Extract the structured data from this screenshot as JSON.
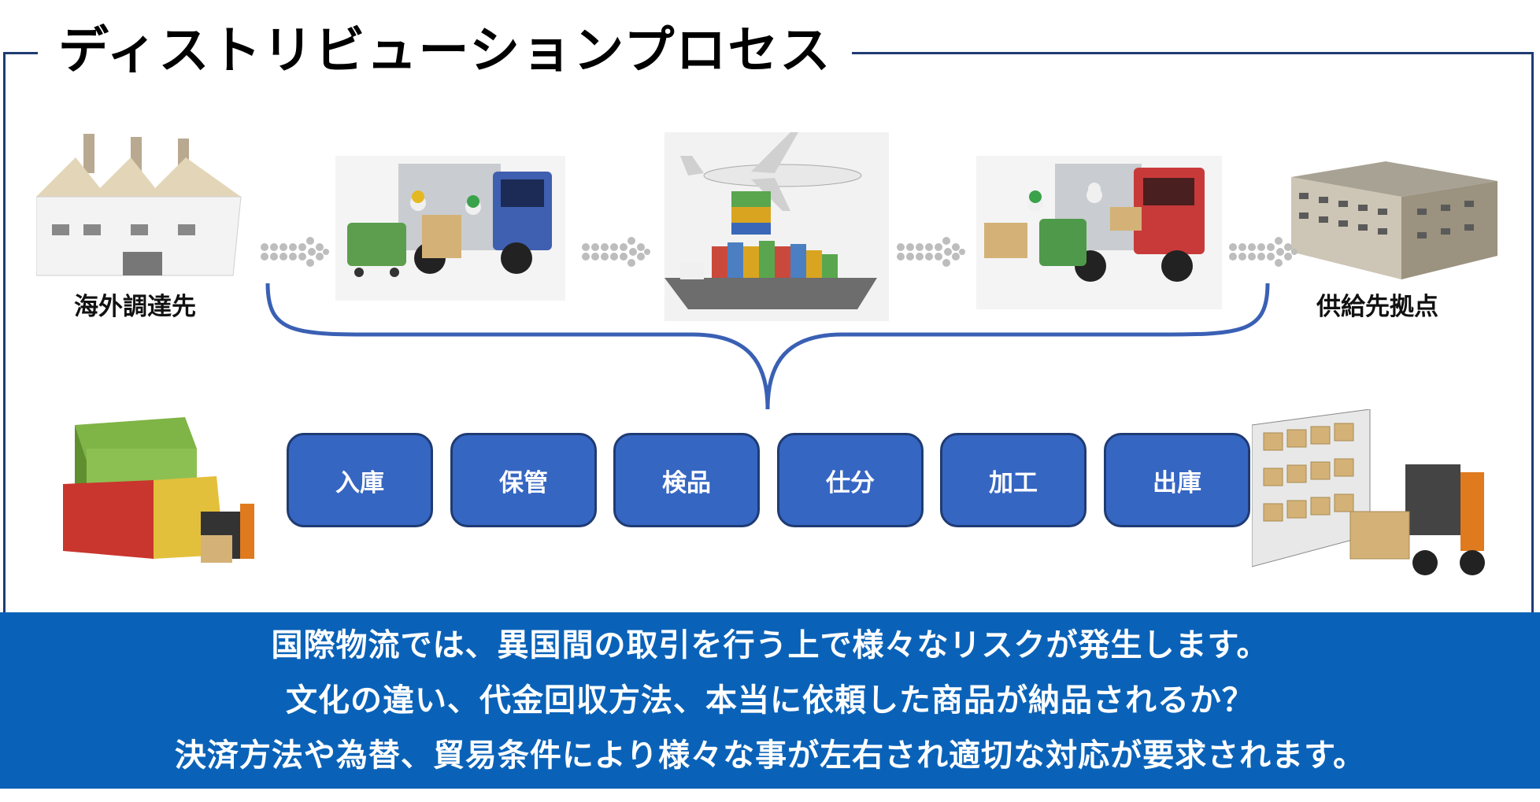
{
  "title": "ディストリビューションプロセス",
  "places": {
    "origin": "海外調達先",
    "destination": "供給先拠点"
  },
  "processes": [
    "入庫",
    "保管",
    "検品",
    "仕分",
    "加工",
    "出庫"
  ],
  "banner": {
    "lines": [
      "国際物流では、異国間の取引を行う上で様々なリスクが発生します。",
      "文化の違い、代金回収方法、本当に依頼した商品が納品されるか？",
      "決済方法や為替、貿易条件により様々な事が左右され適切な対応が要求されます。"
    ]
  },
  "colors": {
    "frame": "#1f3b73",
    "process_fill": "#3566c2",
    "banner": "#0a62b8"
  }
}
